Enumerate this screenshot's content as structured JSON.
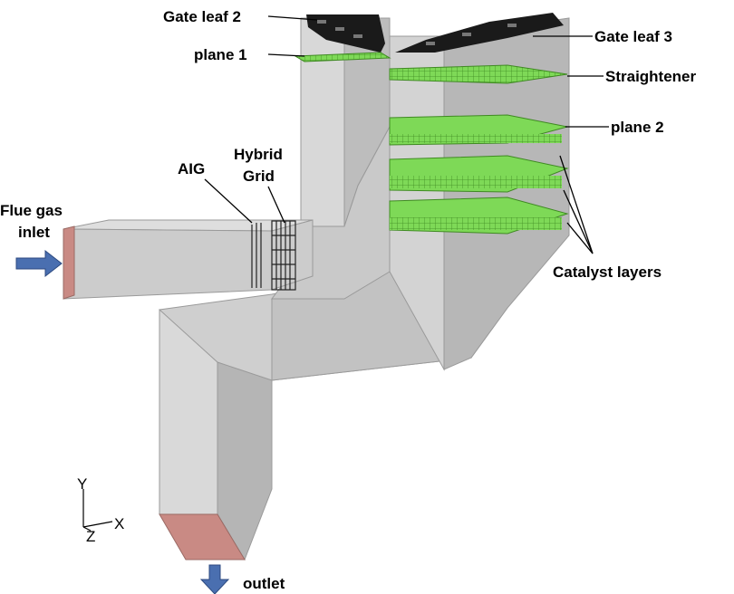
{
  "labels": {
    "gate_leaf_2": "Gate leaf 2",
    "gate_leaf_3": "Gate leaf 3",
    "plane_1": "plane 1",
    "plane_2": "plane 2",
    "straightener": "Straightener",
    "hybrid_grid_line1": "Hybrid",
    "hybrid_grid_line2": "Grid",
    "aig": "AIG",
    "flue_gas_inlet_line1": "Flue gas",
    "flue_gas_inlet_line2": "inlet",
    "catalyst_layers": "Catalyst layers",
    "outlet": "outlet"
  },
  "axes": {
    "y": "Y",
    "z": "Z",
    "x": "X"
  },
  "colors": {
    "duct_light": "#d6d6d6",
    "duct_mid": "#c4c4c4",
    "duct_dark": "#a8a8a8",
    "catalyst_green": "#7ed957",
    "catalyst_dark": "#4f9a2e",
    "port_red": "#c98a84",
    "arrow_blue": "#4a6fb0",
    "gate_black": "#1a1a1a"
  }
}
